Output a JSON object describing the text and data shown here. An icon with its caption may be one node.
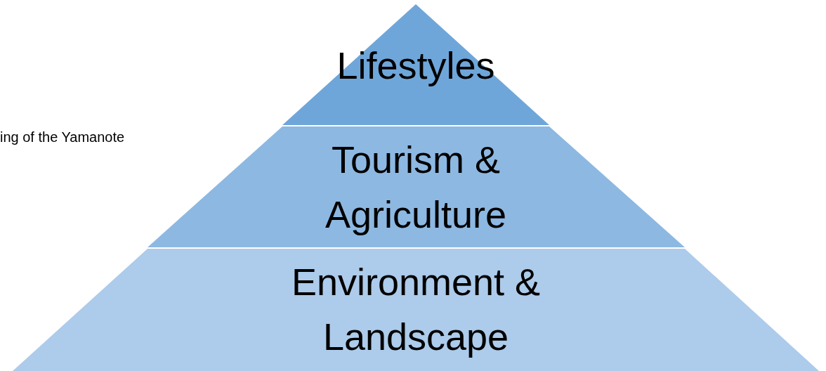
{
  "diagram": {
    "nodes": [
      {
        "text": [
          "Lifestyles"
        ]
      },
      {
        "text": [
          "Tourism & Agriculture"
        ]
      },
      {
        "text": [
          "Environment & Landscape"
        ]
      }
    ],
    "labels": [
      "ing of the Yamanote"
    ]
  }
}
